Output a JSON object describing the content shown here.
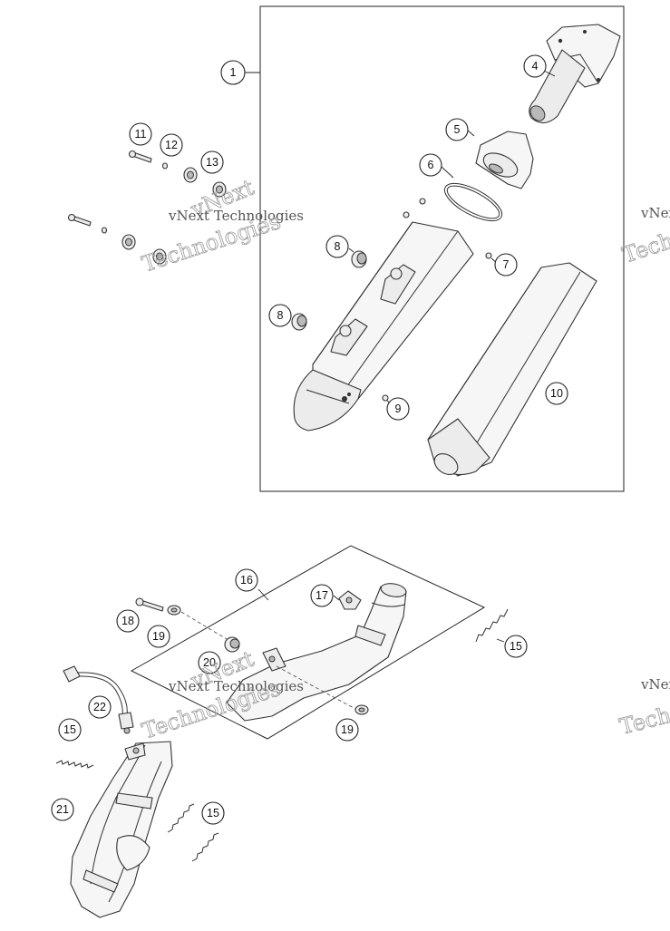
{
  "callouts": [
    {
      "label": "1"
    },
    {
      "label": "4"
    },
    {
      "label": "5"
    },
    {
      "label": "6"
    },
    {
      "label": "7"
    },
    {
      "label": "8"
    },
    {
      "label": "8"
    },
    {
      "label": "9"
    },
    {
      "label": "10"
    },
    {
      "label": "11"
    },
    {
      "label": "12"
    },
    {
      "label": "13"
    },
    {
      "label": "16"
    },
    {
      "label": "17"
    },
    {
      "label": "15"
    },
    {
      "label": "18"
    },
    {
      "label": "19"
    },
    {
      "label": "20"
    },
    {
      "label": "22"
    },
    {
      "label": "15"
    },
    {
      "label": "19"
    },
    {
      "label": "21"
    },
    {
      "label": "15"
    }
  ],
  "watermark": {
    "small": "vNext Technologies",
    "big_top": "vNext",
    "big_bottom": "Technologies",
    "edge_small": "vNext",
    "edge_big": "Tech"
  },
  "colors": {
    "stroke": "#333333",
    "part_fill": "#ececec",
    "background": "#ffffff"
  }
}
